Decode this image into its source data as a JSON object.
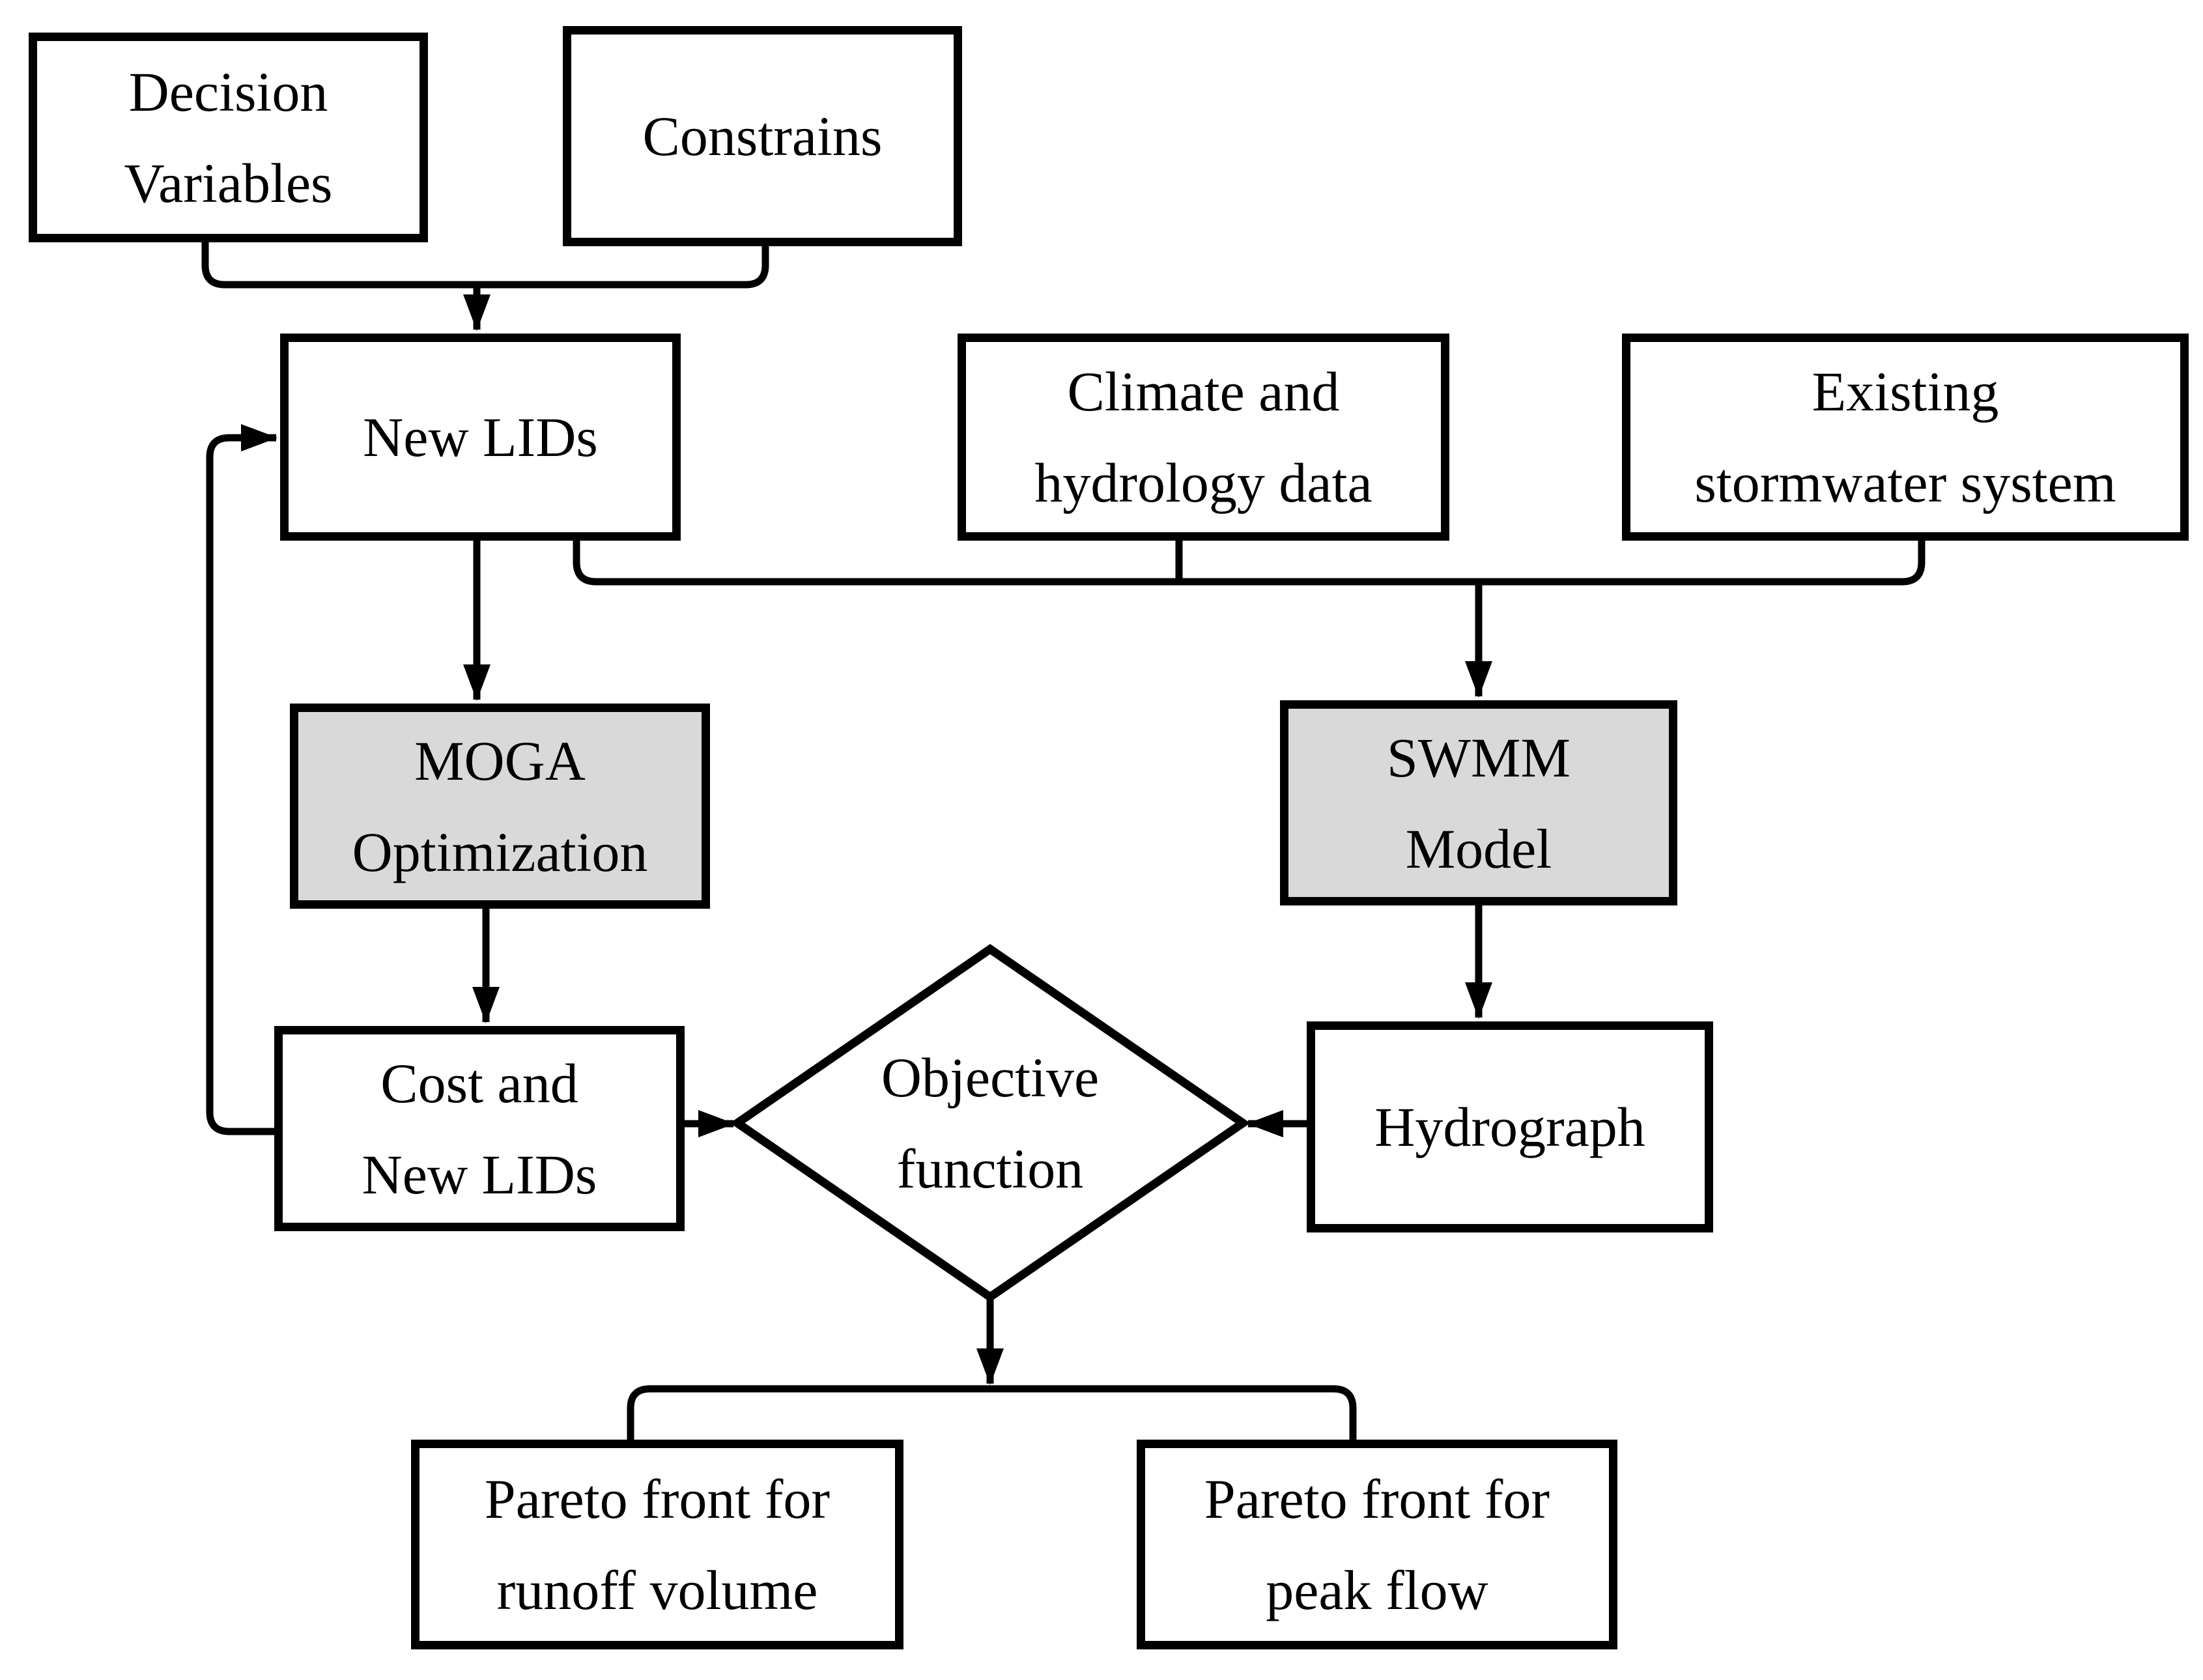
{
  "diagram": {
    "type": "flowchart",
    "background": "#ffffff",
    "colors": {
      "line": "#000000",
      "text": "#000000",
      "box_fill": "#ffffff",
      "process_fill": "#d9d9d9"
    }
  },
  "nodes": {
    "decision_variables": {
      "shape": "rect",
      "fill": "white",
      "lines": [
        "Decision",
        "Variables"
      ]
    },
    "constrains": {
      "shape": "rect",
      "fill": "white",
      "lines": [
        "Constrains"
      ]
    },
    "new_lids": {
      "shape": "rect",
      "fill": "white",
      "lines": [
        "New LIDs"
      ]
    },
    "climate_data": {
      "shape": "rect",
      "fill": "white",
      "lines": [
        "Climate and",
        "hydrology data"
      ]
    },
    "existing_system": {
      "shape": "rect",
      "fill": "white",
      "lines": [
        "Existing",
        "stormwater system"
      ]
    },
    "moga": {
      "shape": "rect",
      "fill": "gray",
      "lines": [
        "MOGA",
        "Optimization"
      ]
    },
    "swmm": {
      "shape": "rect",
      "fill": "gray",
      "lines": [
        "SWMM",
        "Model"
      ]
    },
    "cost_new_lids": {
      "shape": "rect",
      "fill": "white",
      "lines": [
        "Cost and",
        "New LIDs"
      ]
    },
    "objective": {
      "shape": "diamond",
      "fill": "white",
      "lines": [
        "Objective",
        "function"
      ]
    },
    "hydrograph": {
      "shape": "rect",
      "fill": "white",
      "lines": [
        "Hydrograph"
      ]
    },
    "pareto_runoff": {
      "shape": "rect",
      "fill": "white",
      "lines": [
        "Pareto front for",
        "runoff volume"
      ]
    },
    "pareto_peak": {
      "shape": "rect",
      "fill": "white",
      "lines": [
        "Pareto front for",
        "peak flow"
      ]
    }
  },
  "edges": [
    {
      "from": "decision_variables",
      "to": "new_lids"
    },
    {
      "from": "constrains",
      "to": "new_lids"
    },
    {
      "from": "new_lids",
      "to": "moga"
    },
    {
      "from": "new_lids",
      "to": "swmm"
    },
    {
      "from": "climate_data",
      "to": "swmm"
    },
    {
      "from": "existing_system",
      "to": "swmm"
    },
    {
      "from": "moga",
      "to": "cost_new_lids"
    },
    {
      "from": "swmm",
      "to": "hydrograph"
    },
    {
      "from": "cost_new_lids",
      "to": "objective"
    },
    {
      "from": "hydrograph",
      "to": "objective"
    },
    {
      "from": "cost_new_lids",
      "to": "new_lids",
      "type": "feedback"
    },
    {
      "from": "objective",
      "to": "pareto_runoff"
    },
    {
      "from": "objective",
      "to": "pareto_peak"
    }
  ]
}
